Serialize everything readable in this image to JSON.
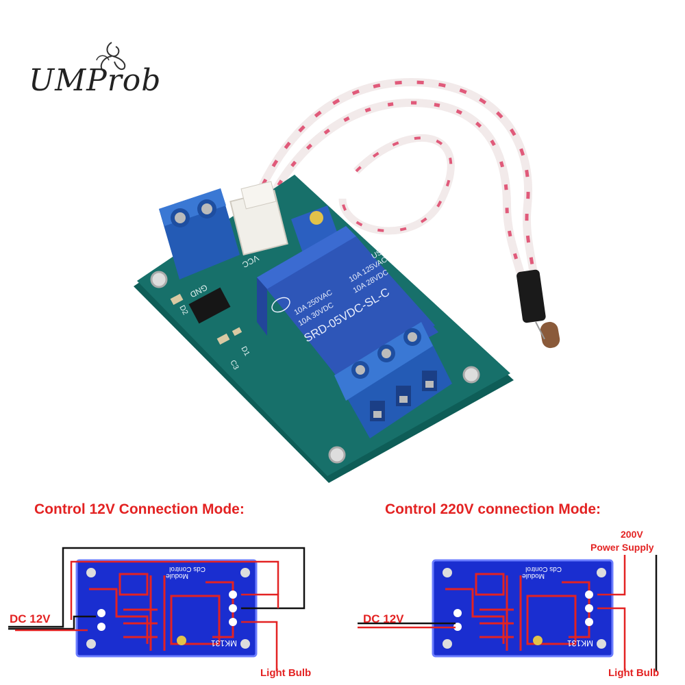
{
  "logo": {
    "text": "UMProb",
    "icon": "butterfly-flourish-icon"
  },
  "photo": {
    "description_icon": "relay-module-photo",
    "relay_lines": [
      "US",
      "10A 125VAC",
      "10A 28VDC",
      "10A 250VAC",
      "10A 30VDC",
      "SRD-05VDC-SL-C"
    ],
    "silk_labels": [
      "GND",
      "VCC",
      "D2",
      "C3",
      "D1"
    ]
  },
  "diagrams": {
    "left": {
      "title": "Control 12V Connection Mode:",
      "labels": {
        "dc": "DC 12V",
        "bulb": "Light Bulb"
      },
      "board_text": [
        "Cds Control",
        "Module",
        "MK131"
      ]
    },
    "right": {
      "title": "Control 220V connection Mode:",
      "labels": {
        "power_line1": "200V",
        "power_line2": "Power Supply",
        "dc": "DC 12V",
        "bulb": "Light Bulb"
      },
      "board_text": [
        "Cds Control",
        "Module",
        "MK131"
      ]
    }
  },
  "colors": {
    "caption_red": "#e32222",
    "pcb_green": "#17706a",
    "terminal_blue": "#2f67c2",
    "relay_blue": "#2e56b8",
    "board_blue": "#1a2ed0"
  }
}
